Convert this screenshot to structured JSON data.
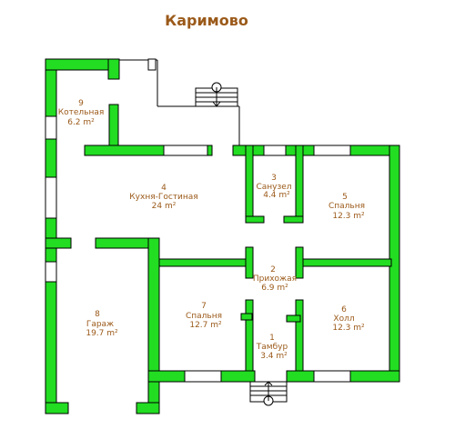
{
  "title": "Каримово",
  "colors": {
    "wall": "#22dd22",
    "label": "#9b5a1a"
  },
  "rooms": [
    {
      "number": "9",
      "name": "Котельная",
      "area": "6.2 m²"
    },
    {
      "number": "4",
      "name": "Кухня-Гостиная",
      "area": "24 m²"
    },
    {
      "number": "3",
      "name": "Санузел",
      "area": "4.4 m²"
    },
    {
      "number": "5",
      "name": "Спальня",
      "area": "12.3 m²"
    },
    {
      "number": "2",
      "name": "Прихожая",
      "area": "6.9 m²"
    },
    {
      "number": "8",
      "name": "Гараж",
      "area": "19.7 m²"
    },
    {
      "number": "7",
      "name": "Спальня",
      "area": "12.7 m²"
    },
    {
      "number": "6",
      "name": "Холл",
      "area": "12.3 m²"
    },
    {
      "number": "1",
      "name": "Тамбур",
      "area": "3.4 m²"
    }
  ]
}
